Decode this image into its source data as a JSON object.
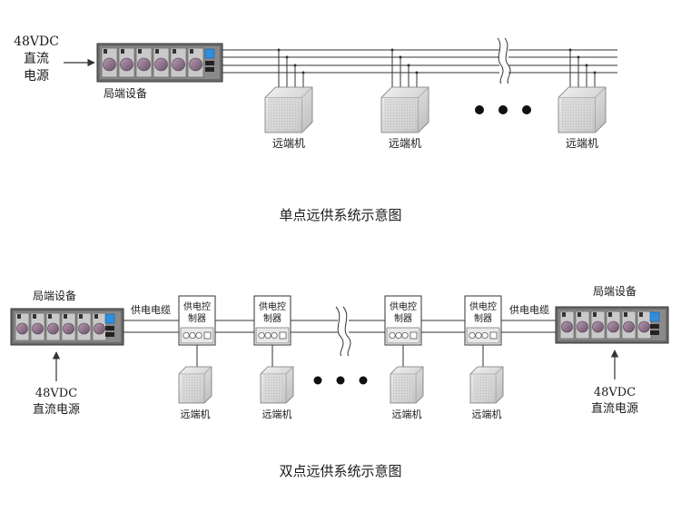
{
  "top": {
    "power_in": {
      "line1": "48VDC",
      "line2": "直流",
      "line3": "电源"
    },
    "head_end_label": "局端设备",
    "remotes": [
      "远端机",
      "远端机",
      "远端机"
    ],
    "caption": "单点远供系统示意图"
  },
  "bottom": {
    "head_end_left": "局端设备",
    "head_end_right": "局端设备",
    "cable_left": "供电电缆",
    "cable_right": "供电电缆",
    "controllers": [
      {
        "line1": "供电控",
        "line2": "制器"
      },
      {
        "line1": "供电控",
        "line2": "制器"
      },
      {
        "line1": "供电控",
        "line2": "制器"
      },
      {
        "line1": "供电控",
        "line2": "制器"
      }
    ],
    "remotes": [
      "远端机",
      "远端机",
      "远端机",
      "远端机"
    ],
    "power_left": {
      "line1": "48VDC",
      "line2": "直流电源"
    },
    "power_right": {
      "line1": "48VDC",
      "line2": "直流电源"
    },
    "caption": "双点远供系统示意图"
  },
  "colors": {
    "line": "#333333",
    "rack_body": "#6b6b6b",
    "module": "#c9c9c9",
    "knob": "#8a6d85",
    "screen": "#2e8fe0",
    "remote_body": "#dcdcdc"
  }
}
